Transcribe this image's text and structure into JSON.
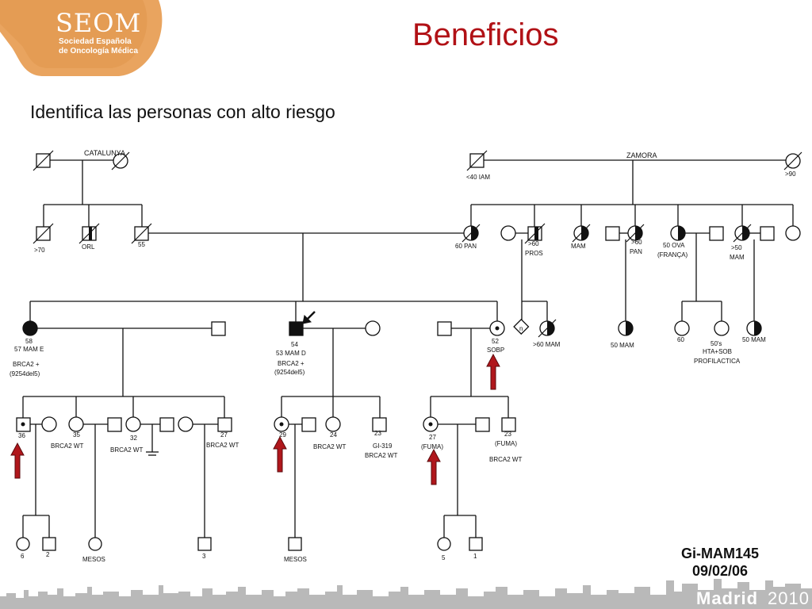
{
  "logo": {
    "name": "SEOM",
    "subtitle": "Sociedad Española de Oncología Médica",
    "subtitle_line1": "Sociedad Española",
    "subtitle_line2": "de Oncología Médica"
  },
  "title": "Beneficios",
  "subtitle": "Identifica las personas con alto riesgo",
  "pedigree": {
    "family_left": "CATALUNYA",
    "family_right": "ZAMORA",
    "labels": {
      "l70": ">70",
      "orl": "ORL",
      "l55": "55",
      "iam40": "<40 IAM",
      "l90": ">90",
      "pan60": "60 PAN",
      "gt60": ">60",
      "pros": "PROS",
      "mam": "MAM",
      "pan": "PAN",
      "ova": "50 OVA",
      "franca": "(FRANÇA)",
      "gt50": ">50",
      "mam2": "MAM",
      "age58": "58",
      "mam57": "57 MAM E",
      "brca_a": "BRCA2 +",
      "del_a": "(9254del5)",
      "age54": "54",
      "mam53": "53 MAM D",
      "brca_b": "BRCA2 +",
      "del_b": "(9254del5)",
      "age52": "52",
      "sobp": "SOBP",
      "mam60a": ">60 MAM",
      "mam50a": "50 MAM",
      "age60": "60",
      "s50": "50's",
      "hta": "HTA+SOB",
      "profi": "PROFILACTICA",
      "mam50b": "50 MAM",
      "n": "n",
      "age36": "36",
      "age35": "35",
      "brca_wt1": "BRCA2  WT",
      "age32": "32",
      "brca_wt2": "BRCA2 WT",
      "age27a": "27",
      "brca_wt3": "BRCA2 WT",
      "age29": "29",
      "age24": "24",
      "brca_wt4": "BRCA2 WT",
      "age23a": "23",
      "gi319": "GI-319",
      "brca_wt5": "BRCA2 WT",
      "age27b": "27",
      "fuma1": "(FUMA)",
      "age23b": "23",
      "fuma2": "(FUMA)",
      "brca_wt6": "BRCA2 WT",
      "age6": "6",
      "age2": "2",
      "mesos1": "MESOS",
      "age3": "3",
      "mesos2": "MESOS",
      "age5": "5",
      "age1": "1"
    }
  },
  "reference": {
    "code": "Gi-MAM145",
    "date": "09/02/06"
  },
  "footer": {
    "city": "Madrid",
    "year": "2010"
  },
  "colors": {
    "title": "#b11116",
    "logo": "#e9a45f",
    "arrow": "#b0171c",
    "footer": "#9c9c9c"
  }
}
